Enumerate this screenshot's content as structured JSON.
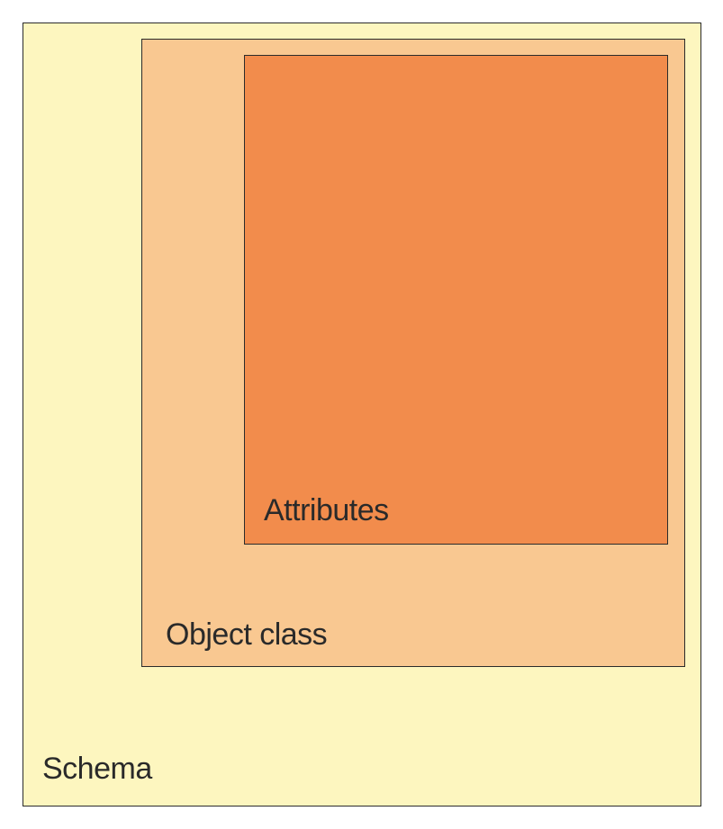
{
  "diagram": {
    "schema": {
      "label": "Schema",
      "color": "#fdf6bf"
    },
    "object_class": {
      "label": "Object class",
      "color": "#f9c891"
    },
    "attributes": {
      "label": "Attributes",
      "color": "#f28c4c"
    },
    "border_color": "#2b2b2b"
  }
}
